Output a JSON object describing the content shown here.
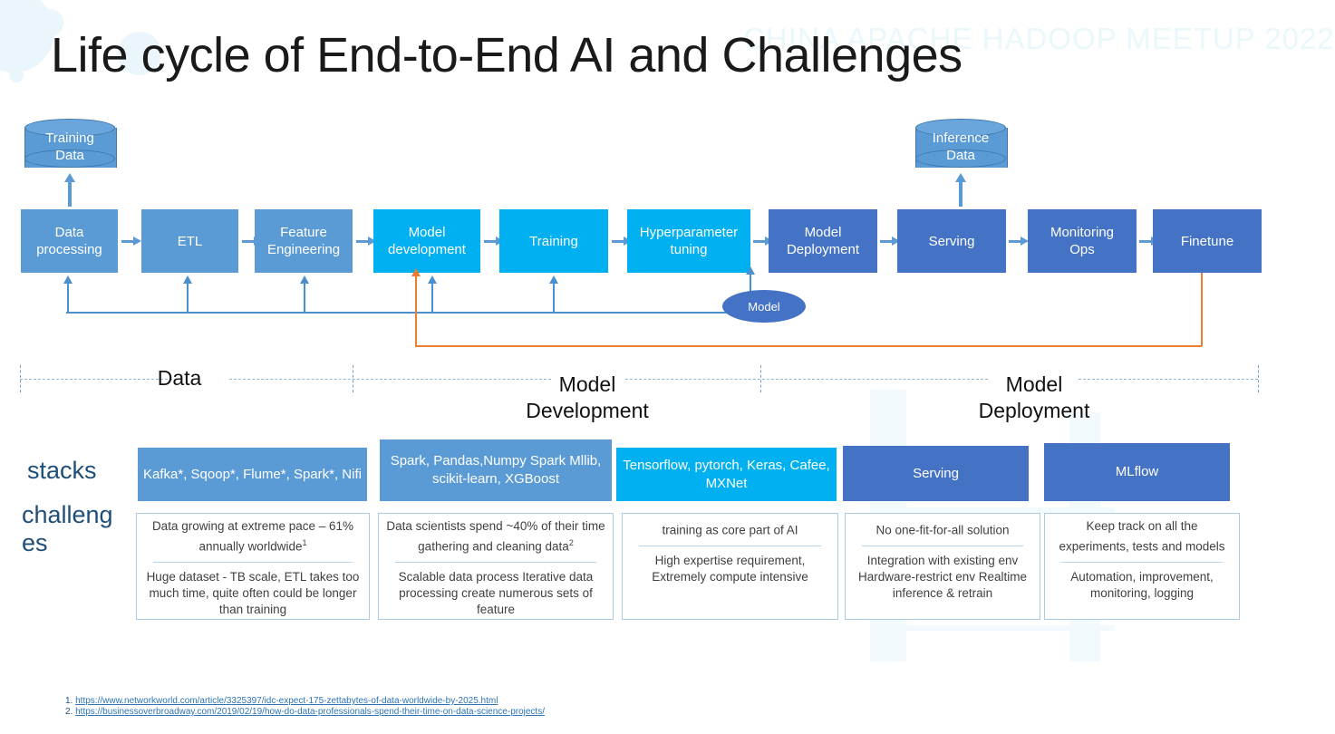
{
  "slide": {
    "title": "Life cycle of End-to-End AI and Challenges",
    "watermark": "CHINA APACHE HADOOP MEETUP 2022"
  },
  "colors": {
    "medium_blue": "#5B9BD5",
    "cyan": "#00B0F0",
    "dark_blue": "#4472C4",
    "orange": "#ED7D31",
    "navy_text": "#1F4E79",
    "link": "#2E74B5"
  },
  "datastores": [
    {
      "label_line1": "Training",
      "label_line2": "Data",
      "name": "training-data"
    },
    {
      "label_line1": "Inference",
      "label_line2": "Data",
      "name": "inference-data"
    }
  ],
  "pipeline": {
    "stages": [
      {
        "line1": "Data",
        "line2": "processing",
        "tone": "medium"
      },
      {
        "line1": "ETL",
        "line2": "",
        "tone": "medium"
      },
      {
        "line1": "Feature",
        "line2": "Engineering",
        "tone": "medium"
      },
      {
        "line1": "Model",
        "line2": "development",
        "tone": "cyan"
      },
      {
        "line1": "Training",
        "line2": "",
        "tone": "cyan"
      },
      {
        "line1": "Hyperparameter",
        "line2": "tuning",
        "tone": "cyan"
      },
      {
        "line1": "Model",
        "line2": "Deployment",
        "tone": "dark"
      },
      {
        "line1": "Serving",
        "line2": "",
        "tone": "dark"
      },
      {
        "line1": "Monitoring",
        "line2": "Ops",
        "tone": "dark"
      },
      {
        "line1": "Finetune",
        "line2": "",
        "tone": "dark"
      }
    ],
    "model_badge": "Model"
  },
  "sections": [
    {
      "line1": "Data",
      "line2": ""
    },
    {
      "line1": "Model",
      "line2": "Development"
    },
    {
      "line1": "Model",
      "line2": "Deployment"
    }
  ],
  "row_labels": {
    "stacks": "stacks",
    "challenges_line1": "challeng",
    "challenges_line2": "es"
  },
  "stacks": [
    {
      "text": "Kafka*, Sqoop*, Flume*, Spark*, Nifi",
      "tone": "medium"
    },
    {
      "text": "Spark, Pandas,Numpy Spark Mllib, scikit-learn, XGBoost",
      "tone": "medium"
    },
    {
      "text": "Tensorflow, pytorch, Keras, Cafee, MXNet",
      "tone": "cyan"
    },
    {
      "text": "Serving",
      "tone": "dark"
    },
    {
      "text": "MLflow",
      "tone": "dark"
    }
  ],
  "challenges": [
    {
      "top": "Data growing at extreme pace – 61% annually worldwide",
      "top_sup": "1",
      "bottom": "Huge dataset  - TB scale, ETL takes too much time, quite often could be longer than training"
    },
    {
      "top": "Data scientists spend ~40% of their time gathering and cleaning data",
      "top_sup": "2",
      "bottom": "Scalable data process Iterative data processing create numerous sets of feature"
    },
    {
      "top": "training as core part of AI",
      "top_sup": "",
      "bottom": "High expertise requirement, Extremely compute intensive"
    },
    {
      "top": "No one-fit-for-all solution",
      "top_sup": "",
      "bottom": "Integration with existing env Hardware-restrict env Realtime inference & retrain"
    },
    {
      "top": "Keep track on all the experiments, tests and models",
      "top_sup": "",
      "bottom": "Automation, improvement, monitoring, logging"
    }
  ],
  "footnotes": [
    {
      "num": "1.",
      "url": "https://www.networkworld.com/article/3325397/idc-expect-175-zettabytes-of-data-worldwide-by-2025.html"
    },
    {
      "num": "2.",
      "url": "https://businessoverbroadway.com/2019/02/19/how-do-data-professionals-spend-their-time-on-data-science-projects/"
    }
  ]
}
